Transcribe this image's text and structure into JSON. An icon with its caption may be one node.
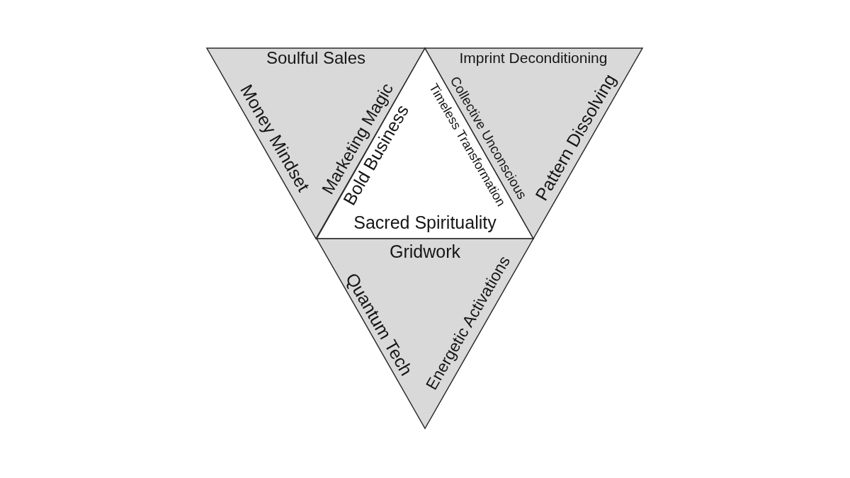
{
  "diagram": {
    "nodes": [
      {
        "text": [
          "Soulful Sales",
          "Money Mindset",
          "Marketing Magic"
        ]
      },
      {
        "text": [
          "Bold Business",
          "Timeless Transformation",
          "Sacred Spirituality"
        ]
      },
      {
        "text": [
          "Imprint Deconditioning",
          "Collective Unconscious",
          "Pattern Dissolving"
        ]
      },
      {
        "text": [
          "Gridwork",
          "Quantum Tech",
          "Energetic Activations"
        ]
      }
    ]
  }
}
